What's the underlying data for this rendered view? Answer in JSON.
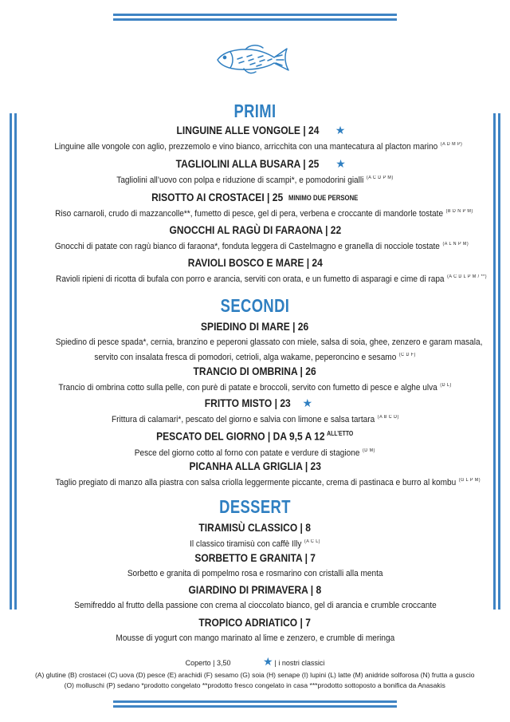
{
  "sections": {
    "primi": {
      "title": "PRIMI",
      "items": [
        {
          "title": "LINGUINE ALLE VONGOLE | 24",
          "desc": "Linguine alle vongole con aglio, prezzemolo e vino bianco, arricchita con una mantecatura al placton marino",
          "allergens": "(A D M P)"
        },
        {
          "title": "TAGLIOLINI ALLA BUSARA | 25",
          "desc": "Tagliolini all’uovo con polpa e riduzione di scampi*, e pomodorini gialli",
          "allergens": "(A C D P M)"
        },
        {
          "title": "RISOTTO AI CROSTACEI | 25",
          "note": "MINIMO DUE PERSONE",
          "desc": "Riso carnaroli, crudo di mazzancolle**, fumetto di pesce, gel di pera, verbena e croccante di mandorle tostate",
          "allergens": "(B D N P M)"
        },
        {
          "title": "GNOCCHI AL RAGÙ DI FARAONA | 22",
          "desc": "Gnocchi di patate con ragù bianco di faraona*, fonduta leggera di Castelmagno e granella di nocciole tostate",
          "allergens": "(A L N P M)"
        },
        {
          "title": "RAVIOLI BOSCO E MARE | 24",
          "desc": "Ravioli ripieni di ricotta di bufala con porro e arancia, serviti con orata, e un fumetto di asparagi e cime di rapa",
          "allergens": "(A C D L P M / **)"
        }
      ]
    },
    "secondi": {
      "title": "SECONDI",
      "items": [
        {
          "title": "SPIEDINO DI MARE | 26",
          "desc": "Spiedino di pesce spada*, cernia, branzino e peperoni glassato con miele, salsa di soia, ghee, zenzero e garam masala,",
          "desc2": "servito con insalata fresca di pomodori, cetrioli, alga wakame, peperoncino e sesamo",
          "allergens": "(C D F)"
        },
        {
          "title": "TRANCIO DI OMBRINA | 26",
          "desc": "Trancio di ombrina cotto sulla pelle, con purè di patate e broccoli, servito con fumetto di pesce e alghe ulva",
          "allergens": "(D L)"
        },
        {
          "title": "FRITTO MISTO | 23",
          "desc": "Frittura di calamari*, pescato del giorno e salvia con limone e salsa tartara",
          "allergens": "(A B C D)"
        },
        {
          "title": "PESCATO DEL GIORNO | DA 9,5 A 12",
          "sup_note": "ALL’ETTO",
          "desc": "Pesce del giorno cotto al forno con patate e verdure di stagione",
          "allergens": "(D M)"
        },
        {
          "title": "PICANHA ALLA GRIGLIA | 23",
          "desc": "Taglio pregiato di manzo alla piastra con salsa criolla leggermente piccante, crema di pastinaca e burro al kombu",
          "allergens": "(G L P M)"
        }
      ]
    },
    "dessert": {
      "title": "DESSERT",
      "items": [
        {
          "title": "TIRAMISÙ CLASSICO | 8",
          "desc": "Il classico tiramisù con caffè Illy",
          "allergens": "(A C L)"
        },
        {
          "title": "SORBETTO E GRANITA | 7",
          "desc": "Sorbetto e granita di pompelmo rosa e rosmarino con cristalli alla menta"
        },
        {
          "title": "GIARDINO DI PRIMAVERA | 8",
          "desc": "Semifreddo al frutto della passione con crema al cioccolato bianco, gel di arancia e crumble croccante"
        },
        {
          "title": "TROPICO ADRIATICO | 7",
          "desc": "Mousse di yogurt con mango marinato al lime e zenzero, e crumble di meringa"
        }
      ]
    }
  },
  "footer": {
    "coperto": "Coperto | 3,50",
    "classici": "| i nostri classici",
    "legend_line1": "(A) glutine (B) crostacei (C) uova (D) pesce (E) arachidi (F) sesamo (G) soia (H) senape (I) lupini (L) latte (M) anidride solforosa (N) frutta a guscio",
    "legend_line2": "(O) molluschi (P) sedano *prodotto congelato **prodotto fresco congelato in casa ***prodotto sottoposto a bonifica da Anasakis"
  },
  "icons": {
    "logo": "fish-icon",
    "classic_marker": "star-icon"
  },
  "colors": {
    "accent": "#2f7fc1",
    "frame": "#3f84c4"
  }
}
